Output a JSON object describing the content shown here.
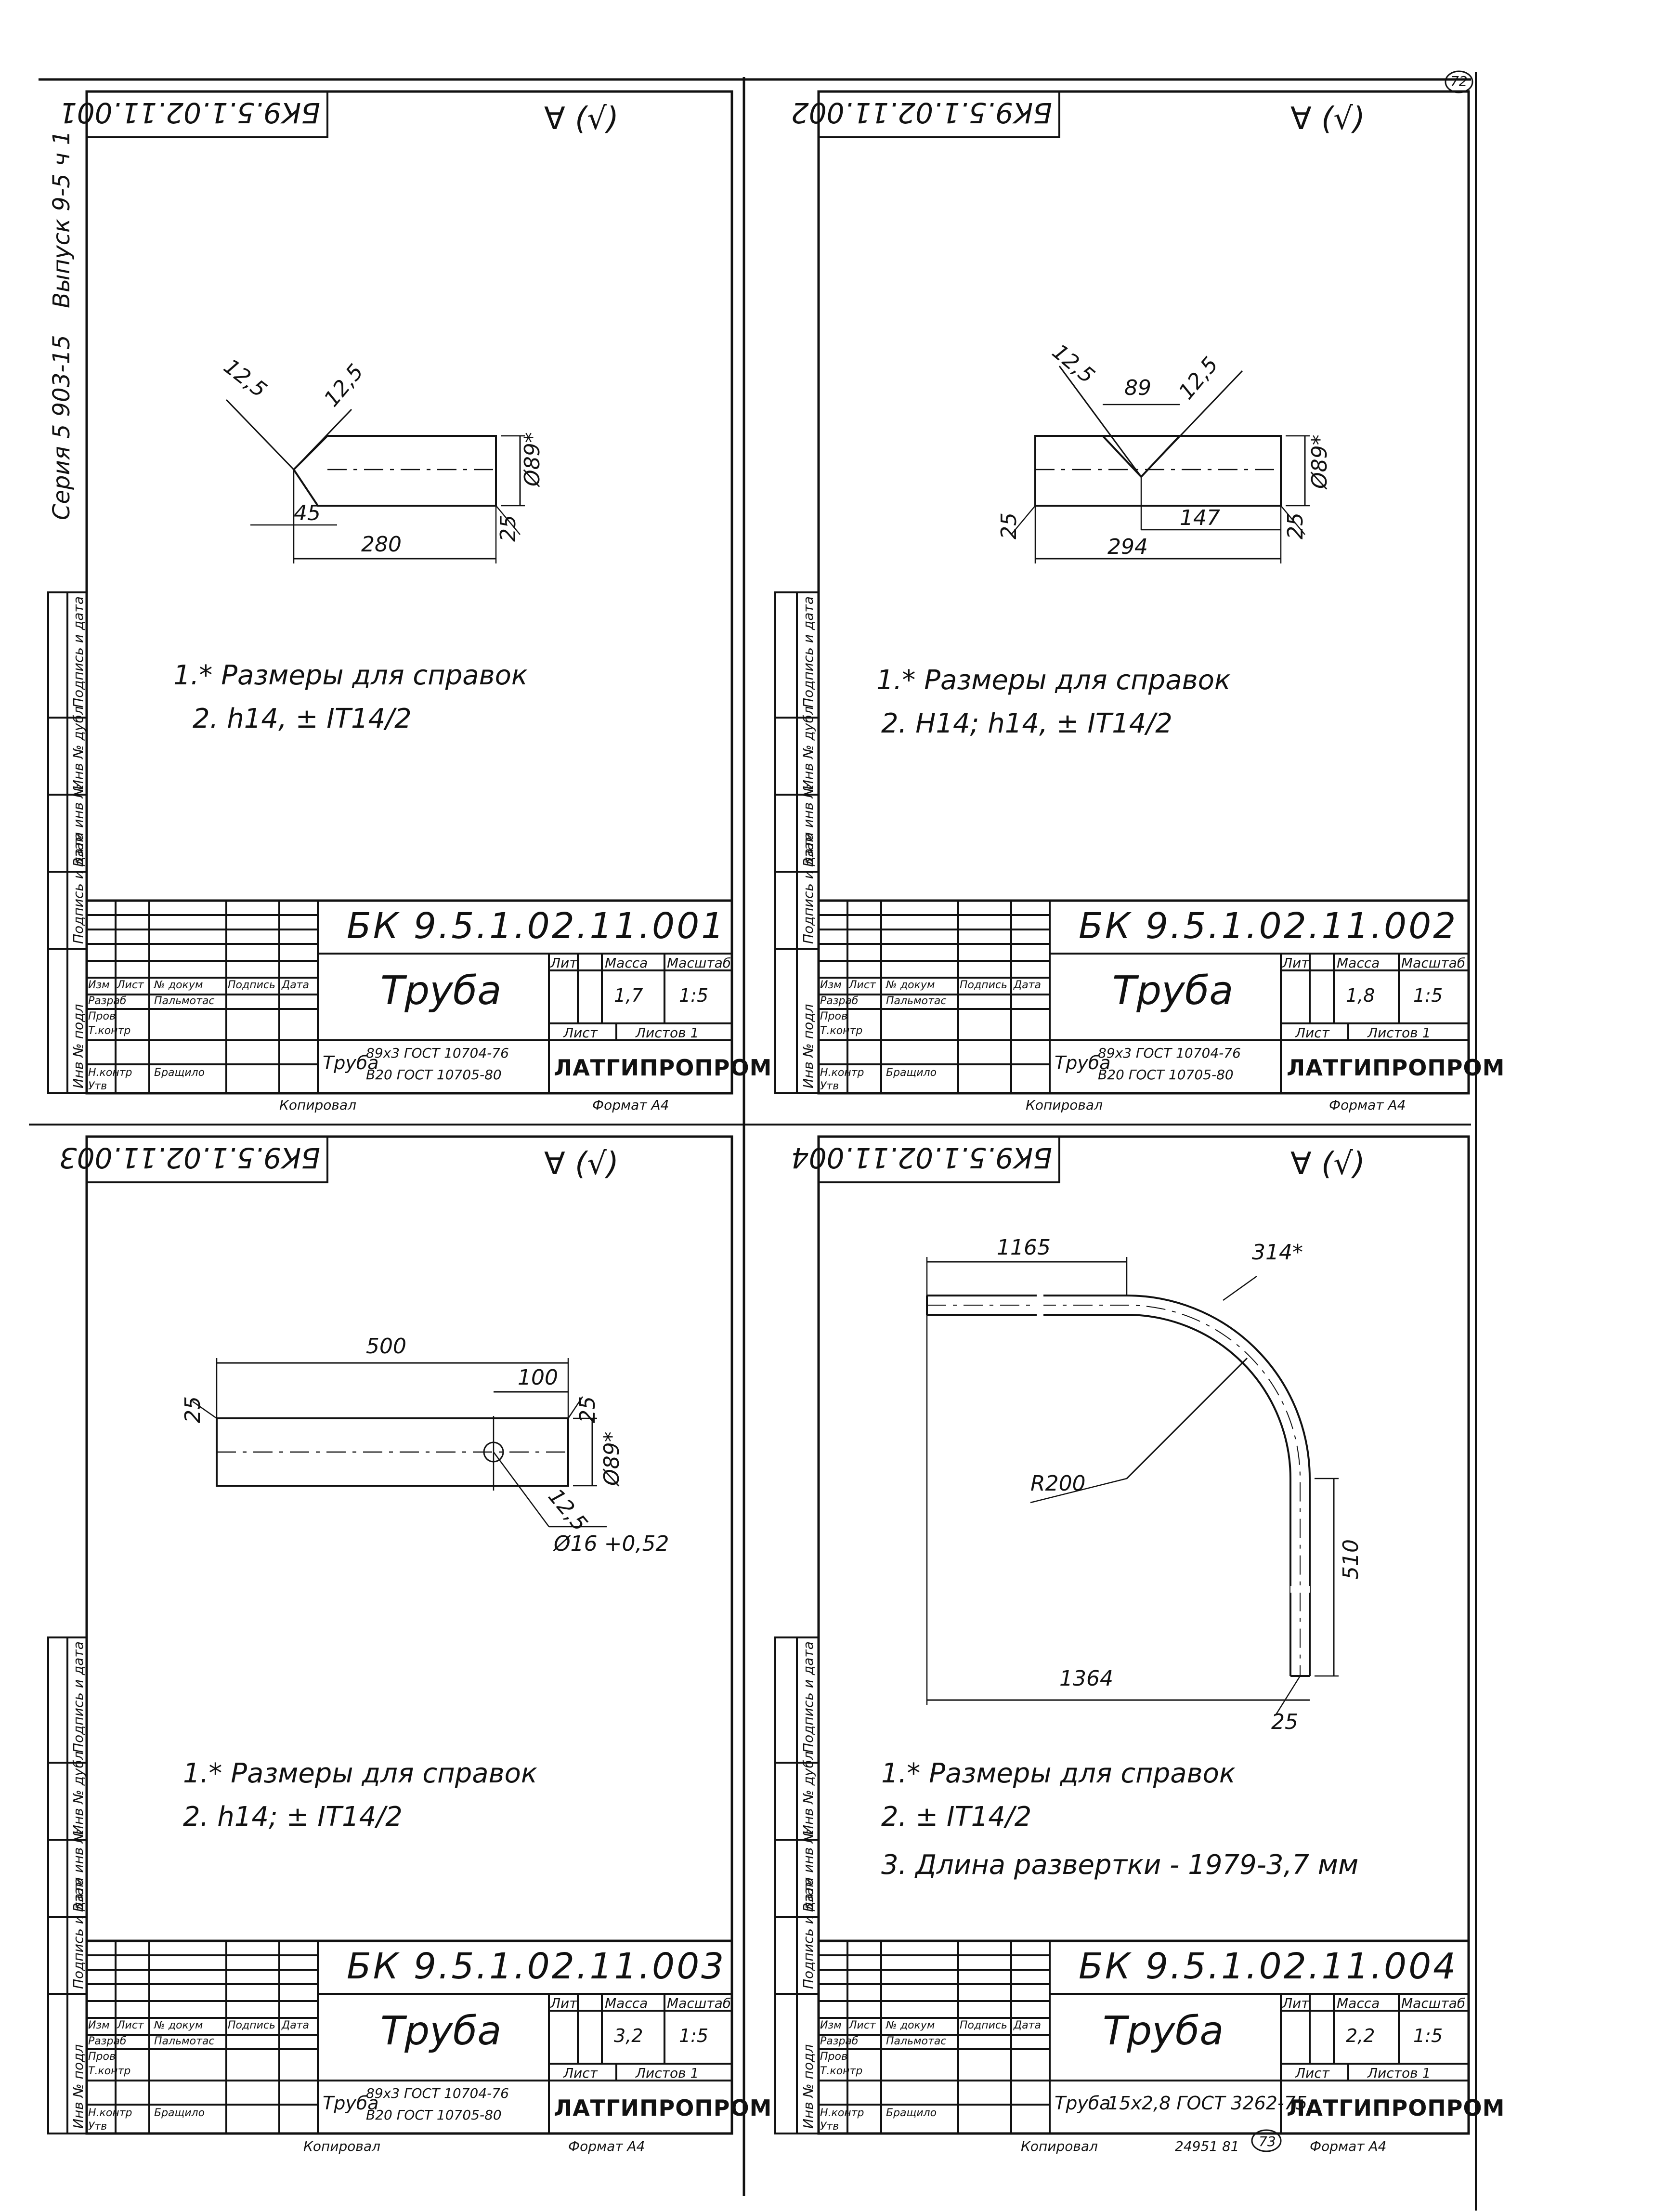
{
  "sheet_number": "72",
  "series_label": "Серия 5 903-15",
  "issue_label": "Выпуск 9-5 ч 1",
  "page_footer_extra": "24951 81",
  "page_footer_circle": "73",
  "side_labels": {
    "inv_orig": "Инв № подл",
    "sign_date_1": "Подпись и дата",
    "inv_dubl": "Инв № дубл",
    "vzam_inv": "Взам инв №",
    "sign_date_2": "Подпись и дата"
  },
  "title_block_labels": {
    "izm": "Изм",
    "list": "Лист",
    "n_dokum": "№ докум",
    "podpis": "Подпись",
    "data": "Дата",
    "razrab": "Разраб",
    "prov": "Пров",
    "t_kontr": "Т.контр",
    "n_kontr": "Н.контр",
    "utv": "Утв",
    "lit": "Лит",
    "massa": "Масса",
    "masshtab": "Масштаб",
    "list_sheet": "Лист",
    "listov": "Листов 1",
    "razrab_name": "Пальмотас",
    "n_kontr_name": "Бращило",
    "company": "ЛАТГИПРОПРОМ",
    "kopiroval": "Копировал",
    "format": "Формат А4"
  },
  "roughness": "∀ (√)",
  "sheets": [
    {
      "code": "БК 9.5.1.02.11.001",
      "code_flipped": "БК9.5.1.02.11.001",
      "part_name": "Труба",
      "material_1": "89х3 ГОСТ 10704-76",
      "material_2": "В20 ГОСТ 10705-80",
      "material_prefix": "Труба",
      "massa": "1,7",
      "scale": "1:5",
      "notes": [
        "1.* Размеры для справок",
        "2. h14, ± IT14/2"
      ],
      "dims": {
        "len": "280",
        "bevel": "45",
        "dia": "Ø89*",
        "r1": "12,5",
        "r2": "12,5",
        "wall": "25"
      }
    },
    {
      "code": "БК 9.5.1.02.11.002",
      "code_flipped": "БК9.5.1.02.11.002",
      "part_name": "Труба",
      "material_1": "89х3 ГОСТ 10704-76",
      "material_2": "В20 ГОСТ 10705-80",
      "material_prefix": "Труба",
      "massa": "1,8",
      "scale": "1:5",
      "notes": [
        "1.* Размеры для справок",
        "2. H14; h14, ± IT14/2"
      ],
      "dims": {
        "len": "294",
        "half": "147",
        "notch": "89",
        "dia": "Ø89*",
        "r1": "12,5",
        "r2": "12,5",
        "wall1": "25",
        "wall2": "25"
      }
    },
    {
      "code": "БК 9.5.1.02.11.003",
      "code_flipped": "БК9.5.1.02.11.003",
      "part_name": "Труба",
      "material_1": "89х3 ГОСТ 10704-76",
      "material_2": "В20 ГОСТ 10705-80",
      "material_prefix": "Труба",
      "massa": "3,2",
      "scale": "1:5",
      "notes": [
        "1.* Размеры для справок",
        "2. h14; ± IT14/2"
      ],
      "dims": {
        "len": "500",
        "hole_pos": "100",
        "dia": "Ø89*",
        "hole": "Ø16 +0,52",
        "r": "12,5",
        "w1": "25",
        "w2": "25"
      }
    },
    {
      "code": "БК 9.5.1.02.11.004",
      "code_flipped": "БК9.5.1.02.11.004",
      "part_name": "Труба",
      "material_1": "15х2,8 ГОСТ 3262-75",
      "material_2": "",
      "material_prefix": "Труба",
      "massa": "2,2",
      "scale": "1:5",
      "notes": [
        "1.* Размеры для справок",
        "2. ± IT14/2",
        "3. Длина развертки - 1979-3,7 мм"
      ],
      "dims": {
        "a": "1165",
        "arc": "314*",
        "r": "R200",
        "b": "510",
        "c": "1364",
        "w": "25"
      }
    }
  ]
}
